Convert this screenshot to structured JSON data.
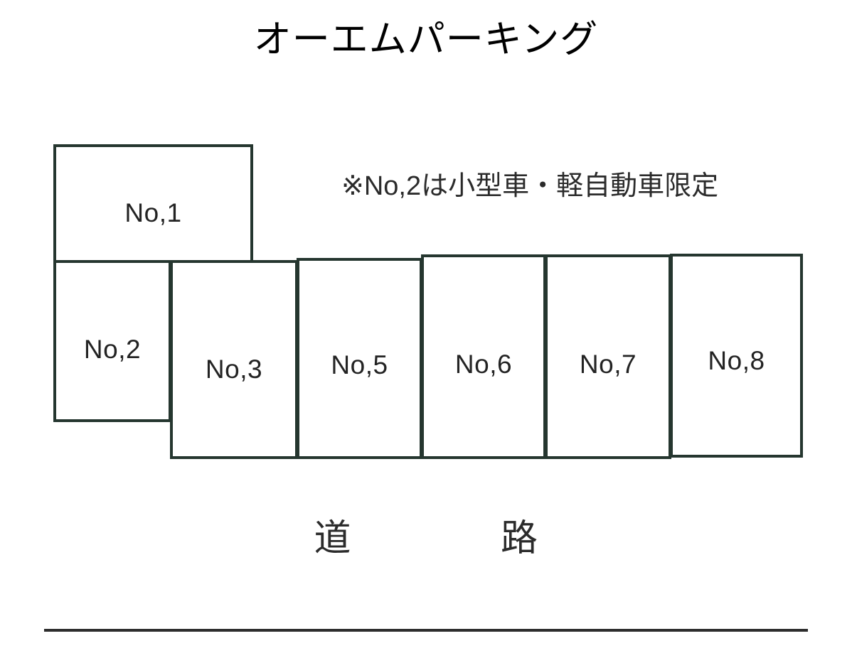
{
  "title": "オーエムパーキング",
  "note": "※No,2は小型車・軽自動車限定",
  "road_label": "道　　　　路",
  "colors": {
    "stall_border": "#25362f",
    "text": "#232323",
    "road_line": "#2d2d2d",
    "background": "#ffffff"
  },
  "diagram_data": {
    "type": "site-plan",
    "description": "Parking lot layout plan with numbered stalls and road below",
    "stalls": [
      {
        "id": "1",
        "label": "No,1",
        "row": "upper",
        "note": ""
      },
      {
        "id": "2",
        "label": "No,2",
        "row": "lower",
        "note": "小型車・軽自動車限定"
      },
      {
        "id": "3",
        "label": "No,3",
        "row": "lower",
        "note": ""
      },
      {
        "id": "5",
        "label": "No,5",
        "row": "lower",
        "note": ""
      },
      {
        "id": "6",
        "label": "No,6",
        "row": "lower",
        "note": ""
      },
      {
        "id": "7",
        "label": "No,7",
        "row": "lower",
        "note": ""
      },
      {
        "id": "8",
        "label": "No,8",
        "row": "lower",
        "note": ""
      }
    ],
    "stall_count": 7,
    "missing_numbers": [
      "4"
    ],
    "road_position": "south"
  }
}
